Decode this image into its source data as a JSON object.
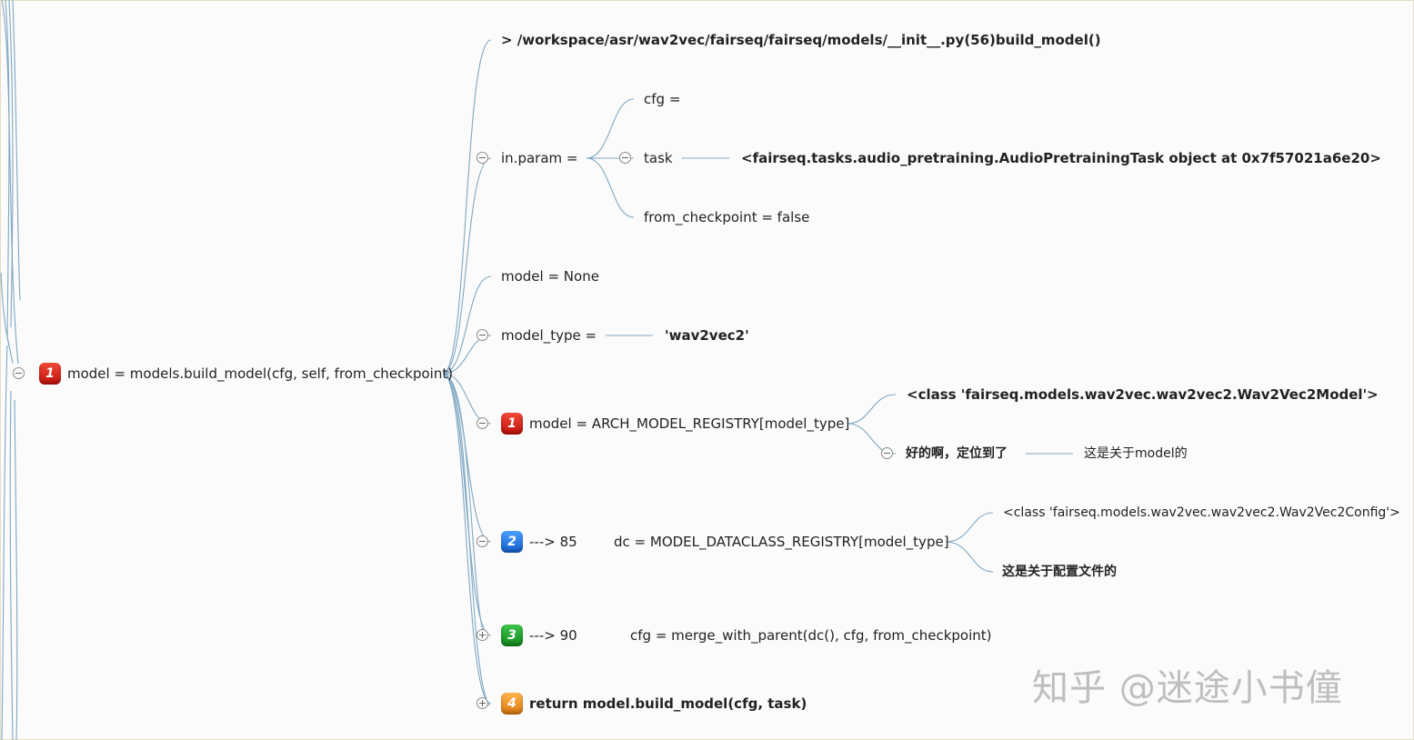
{
  "root": {
    "marker": "1",
    "label": "model = models.build_model(cfg, self, from_checkpoint)"
  },
  "path_line": "> /workspace/asr/wav2vec/fairseq/fairseq/models/__init__.py(56)build_model()",
  "in_param": {
    "label": "in.param =",
    "cfg": "cfg =",
    "task": "task",
    "task_value": "<fairseq.tasks.audio_pretraining.AudioPretrainingTask object at 0x7f57021a6e20>",
    "from_checkpoint": "from_checkpoint = false"
  },
  "model_none": "model = None",
  "model_type": {
    "label": "model_type =",
    "value": "'wav2vec2'"
  },
  "step1": {
    "marker": "1",
    "label": "model = ARCH_MODEL_REGISTRY[model_type]",
    "child_class": "<class 'fairseq.models.wav2vec.wav2vec2.Wav2Vec2Model'>",
    "child_note": "好的啊，定位到了",
    "child_note_value": "这是关于model的"
  },
  "step2": {
    "marker": "2",
    "arrow": "---> 85",
    "code": "dc = MODEL_DATACLASS_REGISTRY[model_type]",
    "child_class": "<class 'fairseq.models.wav2vec.wav2vec2.Wav2Vec2Config'>",
    "child_note": "这是关于配置文件的"
  },
  "step3": {
    "marker": "3",
    "arrow": "---> 90",
    "code": "cfg = merge_with_parent(dc(), cfg, from_checkpoint)"
  },
  "step4": {
    "marker": "4",
    "label": "return model.build_model(cfg, task)"
  },
  "watermark": "知乎 @迷途小书僮",
  "colors": {
    "connector": "#7fa7c2",
    "marker_red": "#d9281c",
    "marker_blue": "#2a7be6",
    "marker_green": "#22a532",
    "marker_orange": "#f0921e"
  }
}
